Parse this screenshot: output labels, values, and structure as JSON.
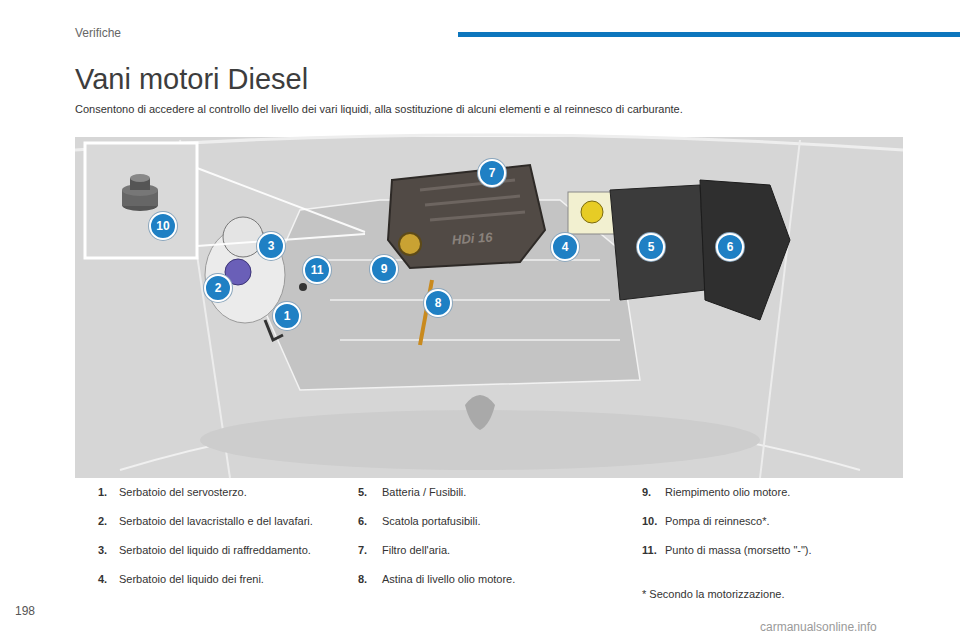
{
  "diagram": {
    "title": "Vani motori Diesel",
    "labels": [
      "Verifiche",
      "Consentono di accedere al controllo del livello dei vari liquidi, alla sostituzione di alcuni elementi e al reinnesco di carburante.",
      "HDi 16",
      "1",
      "2",
      "3",
      "4",
      "5",
      "6",
      "7",
      "8",
      "9",
      "10",
      "11",
      "1.",
      "Serbatoio del servosterzo.",
      "2.",
      "Serbatoio del lavacristallo e del lavafari.",
      "3.",
      "Serbatoio del liquido di raffreddamento.",
      "4.",
      "Serbatoio del liquido dei freni.",
      "5.",
      "Batteria / Fusibili.",
      "6.",
      "Scatola portafusibili.",
      "7.",
      "Filtro dell'aria.",
      "8.",
      "Astina di livello olio motore.",
      "9.",
      "Riempimento olio motore.",
      "10.",
      "Pompa di reinnesco*.",
      "11.",
      "Punto di massa (morsetto \"-\").",
      "* Secondo la motorizzazione.",
      "198",
      "carmanualsonline.info"
    ]
  }
}
